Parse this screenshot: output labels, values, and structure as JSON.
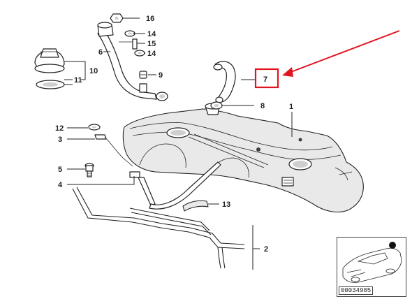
{
  "callouts": {
    "c1": "1",
    "c2": "2",
    "c3": "3",
    "c4": "4",
    "c5": "5",
    "c6": "6",
    "c7": "7",
    "c8": "8",
    "c9": "9",
    "c10": "10",
    "c11": "11",
    "c12": "12",
    "c13": "13",
    "c14a": "14",
    "c14b": "14",
    "c15": "15",
    "c16": "16"
  },
  "highlight": {
    "callout": "7",
    "box_color": "#e0141e",
    "arrow_color": "#e0141e"
  },
  "reference": {
    "diagram_id": "00034985"
  }
}
